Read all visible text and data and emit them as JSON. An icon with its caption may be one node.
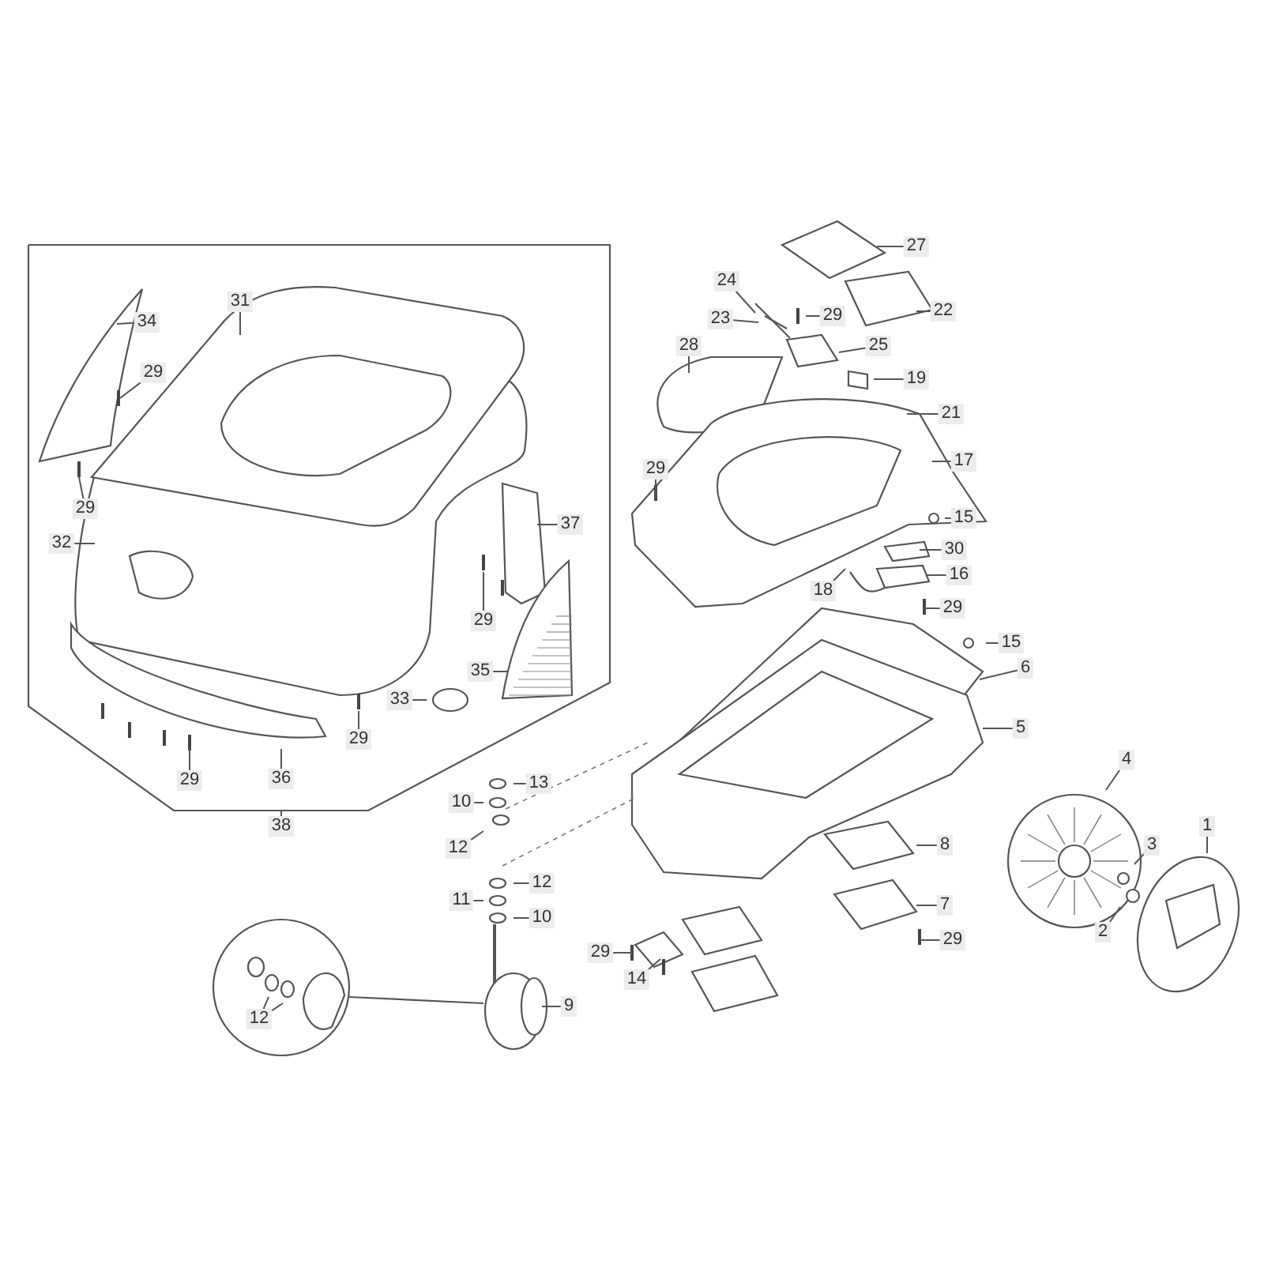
{
  "diagram": {
    "nodes": [
      {
        "text": [
          "27"
        ]
      },
      {
        "text": [
          "24"
        ]
      },
      {
        "text": [
          "22"
        ]
      },
      {
        "text": [
          "23"
        ]
      },
      {
        "text": [
          "29"
        ]
      },
      {
        "text": [
          "34"
        ]
      },
      {
        "text": [
          "31"
        ]
      },
      {
        "text": [
          "28"
        ]
      },
      {
        "text": [
          "25"
        ]
      },
      {
        "text": [
          "19"
        ]
      },
      {
        "text": [
          "29"
        ]
      },
      {
        "text": [
          "21"
        ]
      },
      {
        "text": [
          "17"
        ]
      },
      {
        "text": [
          "29"
        ]
      },
      {
        "text": [
          "29"
        ]
      },
      {
        "text": [
          "37"
        ]
      },
      {
        "text": [
          "15"
        ]
      },
      {
        "text": [
          "32"
        ]
      },
      {
        "text": [
          "30"
        ]
      },
      {
        "text": [
          "16"
        ]
      },
      {
        "text": [
          "18"
        ]
      },
      {
        "text": [
          "29"
        ]
      },
      {
        "text": [
          "29"
        ]
      },
      {
        "text": [
          "15"
        ]
      },
      {
        "text": [
          "6"
        ]
      },
      {
        "text": [
          "35"
        ]
      },
      {
        "text": [
          "33"
        ]
      },
      {
        "text": [
          "5"
        ]
      },
      {
        "text": [
          "29"
        ]
      },
      {
        "text": [
          "4"
        ]
      },
      {
        "text": [
          "29"
        ]
      },
      {
        "text": [
          "36"
        ]
      },
      {
        "text": [
          "13"
        ]
      },
      {
        "text": [
          "10"
        ]
      },
      {
        "text": [
          "38"
        ]
      },
      {
        "text": [
          "1"
        ]
      },
      {
        "text": [
          "12"
        ]
      },
      {
        "text": [
          "8"
        ]
      },
      {
        "text": [
          "3"
        ]
      },
      {
        "text": [
          "12"
        ]
      },
      {
        "text": [
          "11"
        ]
      },
      {
        "text": [
          "7"
        ]
      },
      {
        "text": [
          "10"
        ]
      },
      {
        "text": [
          "2"
        ]
      },
      {
        "text": [
          "29"
        ]
      },
      {
        "text": [
          "29"
        ]
      },
      {
        "text": [
          "14"
        ]
      },
      {
        "text": [
          "9"
        ]
      },
      {
        "text": [
          "12"
        ]
      }
    ],
    "edges": [
      {
        "from": 0,
        "to": null,
        "arrow": "none"
      },
      {
        "from": 1,
        "to": null,
        "arrow": "none"
      },
      {
        "from": 2,
        "to": null,
        "arrow": "none"
      },
      {
        "from": 3,
        "to": null,
        "arrow": "none"
      },
      {
        "from": 4,
        "to": null,
        "arrow": "none"
      },
      {
        "from": 5,
        "to": null,
        "arrow": "none"
      },
      {
        "from": 6,
        "to": null,
        "arrow": "none"
      },
      {
        "from": 7,
        "to": null,
        "arrow": "none"
      },
      {
        "from": 8,
        "to": null,
        "arrow": "none"
      },
      {
        "from": 9,
        "to": null,
        "arrow": "none"
      },
      {
        "from": 10,
        "to": null,
        "arrow": "none"
      },
      {
        "from": 11,
        "to": null,
        "arrow": "none"
      },
      {
        "from": 12,
        "to": null,
        "arrow": "none"
      },
      {
        "from": 13,
        "to": null,
        "arrow": "none"
      },
      {
        "from": 14,
        "to": null,
        "arrow": "none"
      },
      {
        "from": 15,
        "to": null,
        "arrow": "none"
      },
      {
        "from": 16,
        "to": null,
        "arrow": "none"
      },
      {
        "from": 17,
        "to": null,
        "arrow": "none"
      },
      {
        "from": 18,
        "to": null,
        "arrow": "none"
      },
      {
        "from": 19,
        "to": null,
        "arrow": "none"
      },
      {
        "from": 20,
        "to": null,
        "arrow": "none"
      },
      {
        "from": 21,
        "to": null,
        "arrow": "none"
      },
      {
        "from": 22,
        "to": null,
        "arrow": "none"
      },
      {
        "from": 23,
        "to": null,
        "arrow": "none"
      },
      {
        "from": 24,
        "to": null,
        "arrow": "none"
      },
      {
        "from": 25,
        "to": null,
        "arrow": "none"
      },
      {
        "from": 26,
        "to": null,
        "arrow": "none"
      },
      {
        "from": 27,
        "to": null,
        "arrow": "none"
      },
      {
        "from": 28,
        "to": null,
        "arrow": "none"
      },
      {
        "from": 29,
        "to": null,
        "arrow": "none"
      },
      {
        "from": 30,
        "to": null,
        "arrow": "none"
      },
      {
        "from": 31,
        "to": null,
        "arrow": "none"
      },
      {
        "from": 32,
        "to": null,
        "arrow": "none"
      },
      {
        "from": 33,
        "to": null,
        "arrow": "none"
      },
      {
        "from": 34,
        "to": null,
        "arrow": "none"
      },
      {
        "from": 35,
        "to": null,
        "arrow": "none"
      },
      {
        "from": 36,
        "to": null,
        "arrow": "none"
      },
      {
        "from": 37,
        "to": null,
        "arrow": "none"
      },
      {
        "from": 38,
        "to": null,
        "arrow": "none"
      },
      {
        "from": 39,
        "to": null,
        "arrow": "none"
      },
      {
        "from": 40,
        "to": null,
        "arrow": "none"
      },
      {
        "from": 41,
        "to": null,
        "arrow": "none"
      },
      {
        "from": 42,
        "to": null,
        "arrow": "none"
      },
      {
        "from": 43,
        "to": null,
        "arrow": "none"
      },
      {
        "from": 44,
        "to": null,
        "arrow": "none"
      },
      {
        "from": 45,
        "to": null,
        "arrow": "none"
      },
      {
        "from": 46,
        "to": null,
        "arrow": "none"
      },
      {
        "from": 47,
        "to": null,
        "arrow": "none"
      },
      {
        "from": 48,
        "to": null,
        "arrow": "none"
      },
      {
        "from": 48,
        "to": null,
        "arrow": "none"
      }
    ]
  }
}
